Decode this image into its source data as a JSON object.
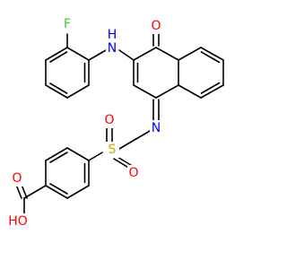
{
  "molecule": {
    "colors": {
      "carbon_bond": "#000000",
      "nitrogen": "#0000ff",
      "oxygen": "#ff0000",
      "sulfur": "#ccaa00",
      "fluorine": "#33cc33",
      "hydrogen": "#000000"
    },
    "labels": {
      "F": "F",
      "NH_N": "N",
      "NH_H": "H",
      "O_ketone": "O",
      "N_imine": "N",
      "S": "S",
      "O_sulfonyl_left": "O",
      "O_sulfonyl_right": "O",
      "O_carbonyl": "O",
      "HO": "HO"
    }
  }
}
